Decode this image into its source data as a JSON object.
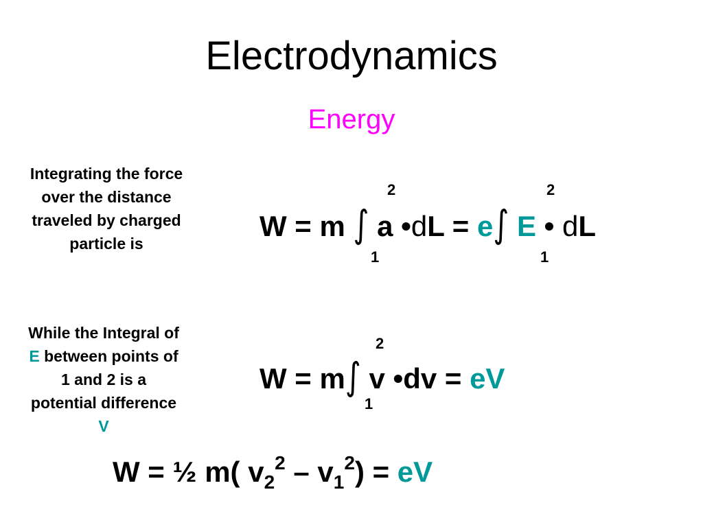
{
  "slide": {
    "title": "Electrodynamics",
    "subtitle": "Energy",
    "colors": {
      "subtitle": "#ff00ff",
      "accent": "#009999",
      "text": "#000000",
      "background": "#ffffff"
    }
  },
  "left_notes": {
    "first": {
      "lines": [
        "Integrating the force",
        "over the distance",
        "traveled by charged",
        "particle  is"
      ]
    },
    "second": {
      "line1": "While the Integral of",
      "line2_highlight": "E",
      "line2_rest": " between points of",
      "line3": "1 and 2 is a",
      "line4": "potential difference",
      "line5_highlight": "V"
    }
  },
  "equation1": {
    "lhs": "W = m ",
    "integral": "∫",
    "term_a": " a •",
    "d1": "d",
    "L1": "L",
    "equals": " = ",
    "e": "e",
    "integral2": "∫",
    "E": " E",
    "dot": " • ",
    "d2": "d",
    "L2": "L",
    "upper_limit_1": "2",
    "lower_limit_1": "1",
    "upper_limit_2": "2",
    "lower_limit_2": "1"
  },
  "equation2": {
    "lhs": "W = m",
    "integral": "∫",
    "body": " v •dv = ",
    "rhs": "eV",
    "upper_limit": "2",
    "lower_limit": "1"
  },
  "equation3": {
    "lhs": "W = ½ m( v",
    "sub1": "2",
    "sup1": "2",
    "mid": " – v",
    "sub2": "1",
    "sup2": "2",
    "close": ") = ",
    "rhs": "eV"
  }
}
